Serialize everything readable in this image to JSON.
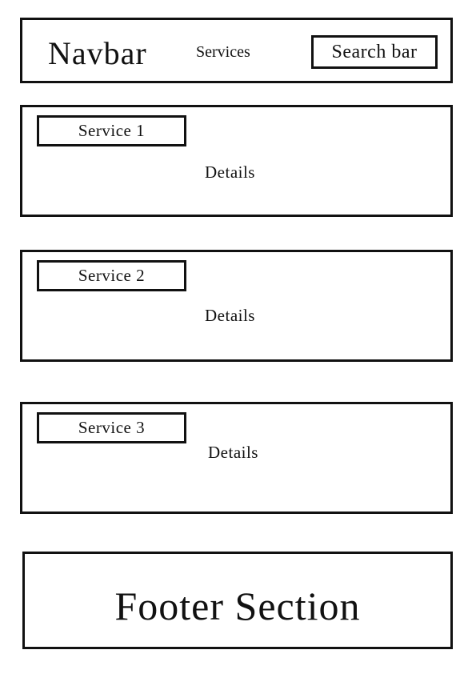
{
  "navbar": {
    "brand": "Navbar",
    "link": "Services",
    "search": "Search bar"
  },
  "services": [
    {
      "title": "Service 1",
      "details": "Details"
    },
    {
      "title": "Service 2",
      "details": "Details"
    },
    {
      "title": "Service 3",
      "details": "Details"
    }
  ],
  "footer": {
    "text": "Footer Section"
  }
}
